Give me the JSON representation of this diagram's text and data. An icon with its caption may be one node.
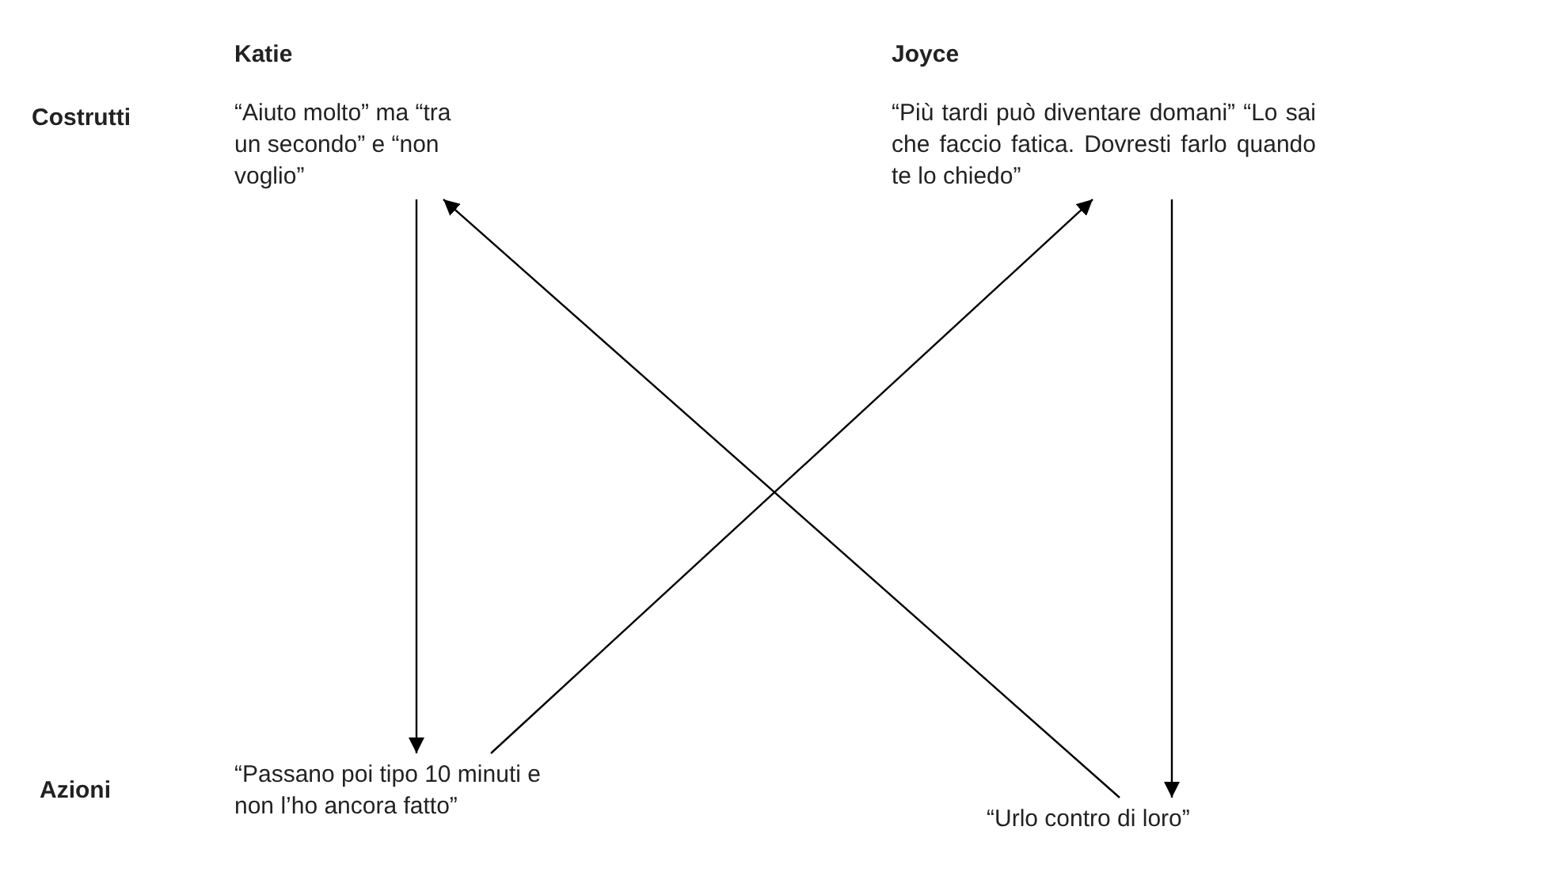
{
  "diagram": {
    "nodes": [
      {
        "text": [
          "“Aiuto molto” ma “tra un secondo” e “non voglio”"
        ]
      },
      {
        "text": [
          "“Più tardi può diventare domani” “Lo sai che faccio fatica. Dovresti farlo quando te lo chiedo”"
        ]
      },
      {
        "text": [
          "“Passano poi tipo 10 minuti e non l’ho ancora fatto”"
        ]
      },
      {
        "text": [
          "“Urlo contro di loro”"
        ]
      }
    ],
    "edges": [
      {
        "from": 0,
        "to": 2,
        "arrow": "to"
      },
      {
        "from": 2,
        "to": 1,
        "arrow": "to"
      },
      {
        "from": 3,
        "to": 0,
        "arrow": "to"
      },
      {
        "from": 1,
        "to": 3,
        "arrow": "to"
      }
    ],
    "labels": [
      "Katie",
      "Joyce",
      "Costrutti",
      "Azioni"
    ]
  }
}
